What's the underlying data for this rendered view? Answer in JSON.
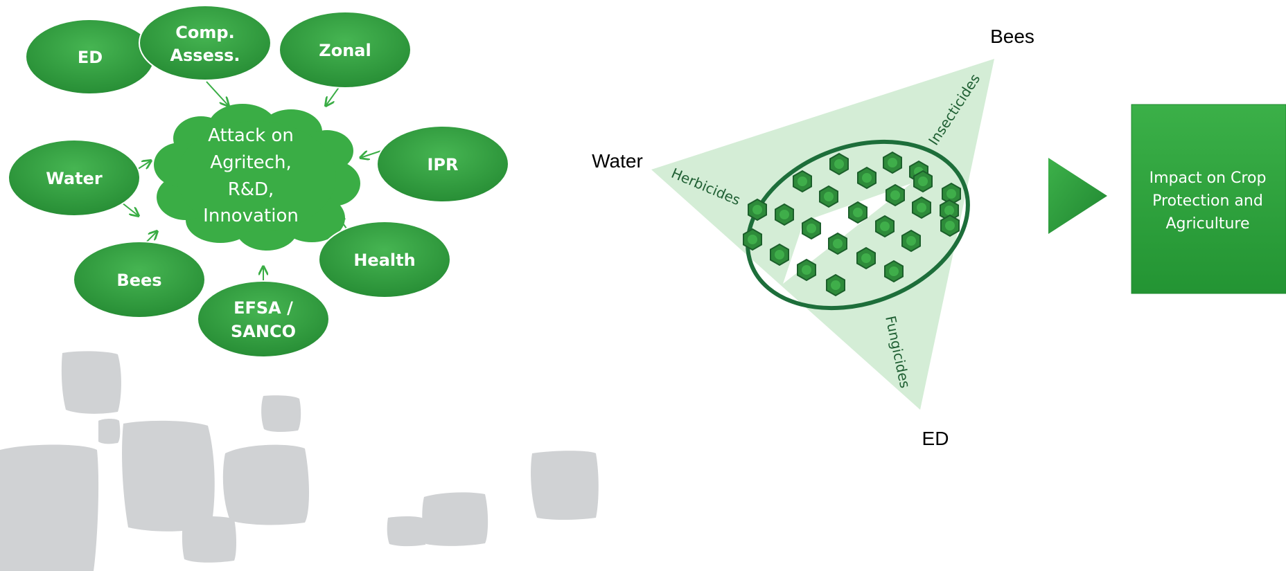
{
  "concerns": [
    {
      "id": "ed",
      "label": "ED"
    },
    {
      "id": "comp-assess",
      "lines": [
        "Comp.",
        "Assess."
      ]
    },
    {
      "id": "zonal",
      "label": "Zonal"
    },
    {
      "id": "ipr",
      "label": "IPR"
    },
    {
      "id": "water",
      "label": "Water"
    },
    {
      "id": "health",
      "label": "Health"
    },
    {
      "id": "bees",
      "label": "Bees"
    },
    {
      "id": "efsa-sanco",
      "lines": [
        "EFSA /",
        "SANCO"
      ]
    }
  ],
  "central_cloud": {
    "lines": [
      "Attack on",
      "Agritech,",
      "R&D,",
      "Innovation"
    ]
  },
  "triangle": {
    "corners": {
      "top": "Bees",
      "left": "Water",
      "bottom": "ED"
    },
    "sides": {
      "left_top": "Herbicides",
      "right": "Insecticides",
      "bottom_right": "Fungicides"
    }
  },
  "impact_box": {
    "lines": [
      "Impact on Crop",
      "Protection and",
      "Agriculture"
    ]
  },
  "colors": {
    "oval_fill": "#2e9e3e",
    "cloud_fill": "#3aad45",
    "arrow_green": "#3aad45",
    "triangle_fill": "#d4edd6",
    "ring_stroke": "#1d6e3a",
    "hexagon_fill": "#2e8b3a",
    "impact_box": "#2ea43d",
    "play_arrow": "#2e9a3c",
    "leaf_grey": "#d0d2d4"
  }
}
